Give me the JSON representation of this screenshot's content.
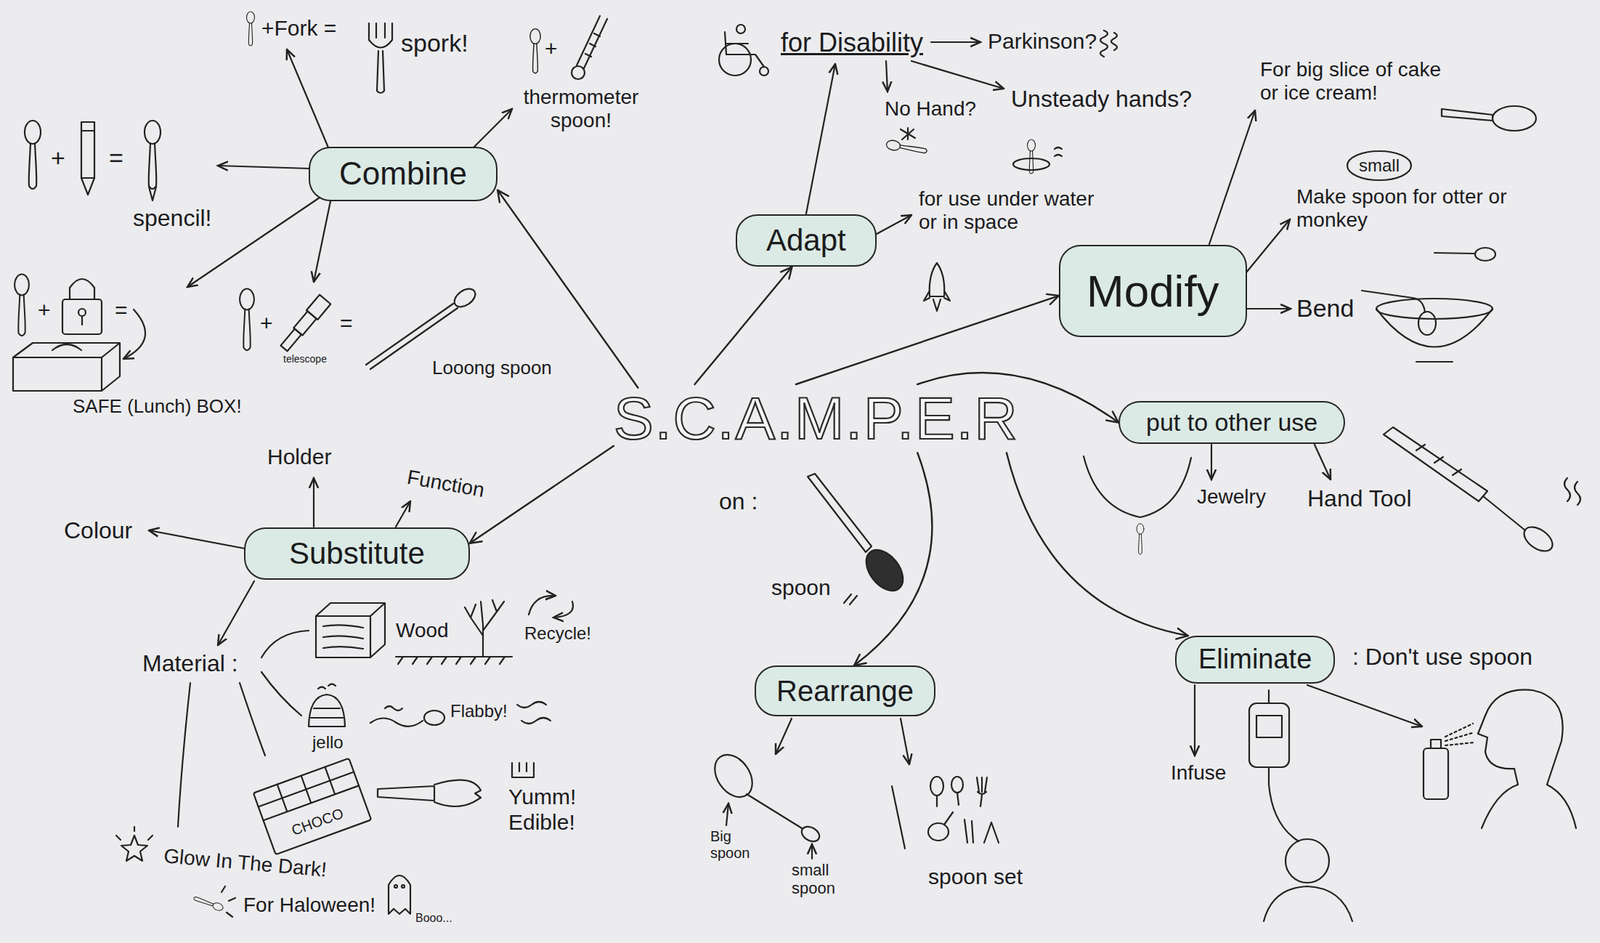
{
  "diagram": {
    "nodes": [
      {
        "text": [
          "S.C.A.M.P.E.R"
        ]
      },
      {
        "text": [
          "Combine"
        ]
      },
      {
        "text": [
          "Adapt"
        ]
      },
      {
        "text": [
          "Modify"
        ]
      },
      {
        "text": [
          "put to other use"
        ]
      },
      {
        "text": [
          "Eliminate"
        ]
      },
      {
        "text": [
          "Rearrange"
        ]
      },
      {
        "text": [
          "Substitute"
        ]
      }
    ],
    "edges": [
      {
        "from": 0,
        "to": 1,
        "arrow": "to"
      },
      {
        "from": 0,
        "to": 2,
        "arrow": "to"
      },
      {
        "from": 0,
        "to": 3,
        "arrow": "to"
      },
      {
        "from": 0,
        "to": 4,
        "arrow": "to"
      },
      {
        "from": 0,
        "to": 5,
        "arrow": "to"
      },
      {
        "from": 0,
        "to": 6,
        "arrow": "to"
      },
      {
        "from": 0,
        "to": 7,
        "arrow": "to"
      }
    ],
    "labels": [
      "+Fork =",
      "spork!",
      "+",
      "thermometer spoon!",
      "+",
      "=",
      "spencil!",
      "+",
      "=",
      "SAFE (Lunch) BOX!",
      "+",
      "telescope",
      "=",
      "Looong spoon",
      "for Disability",
      "Parkinson?",
      "No Hand?",
      "Unsteady hands?",
      "for use under water or in space",
      "For big slice of cake or ice cream!",
      "small",
      "Make spoon for otter or monkey",
      "Bend",
      "Jewelry",
      "Hand Tool",
      ": Don't use spoon",
      "Infuse",
      "Big spoon",
      "small spoon",
      "spoon set",
      "on :",
      "spoon",
      "Holder",
      "Function",
      "Colour",
      "Material :",
      "Wood",
      "Recycle!",
      "jello",
      "Flabby!",
      "CHOCO",
      "Yumm! Edible!",
      "Glow In The Dark!",
      "For Haloween!",
      "Booo..."
    ]
  }
}
